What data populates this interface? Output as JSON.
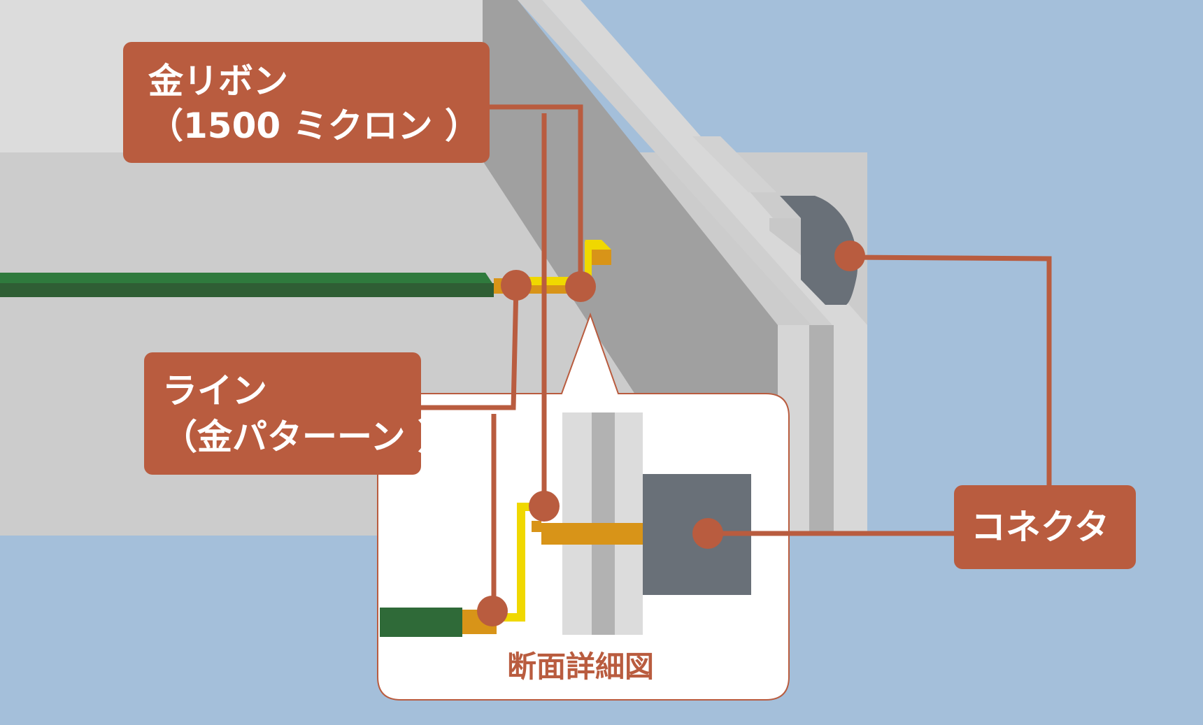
{
  "labels": {
    "gold_ribbon": {
      "line1": "金リボン",
      "line2": "（1500 ミクロン ）"
    },
    "line": {
      "line1": "ライン",
      "line2": "（金パターーン ）"
    },
    "connector": {
      "line1": "コネクタ"
    }
  },
  "detail": {
    "caption": "断面詳細図"
  },
  "colors": {
    "background": "#a4bfda",
    "label_fill": "#b95c3f",
    "leader_line": "#b95c3f",
    "gold_ribbon": "#f0d800",
    "gold_pattern": "#d89418",
    "substrate_green": "#2f6a38",
    "connector_gray": "#697078",
    "housing_light": "#d8d8d8",
    "housing_mid": "#a0a0a0",
    "callout_fill": "#ffffff"
  }
}
